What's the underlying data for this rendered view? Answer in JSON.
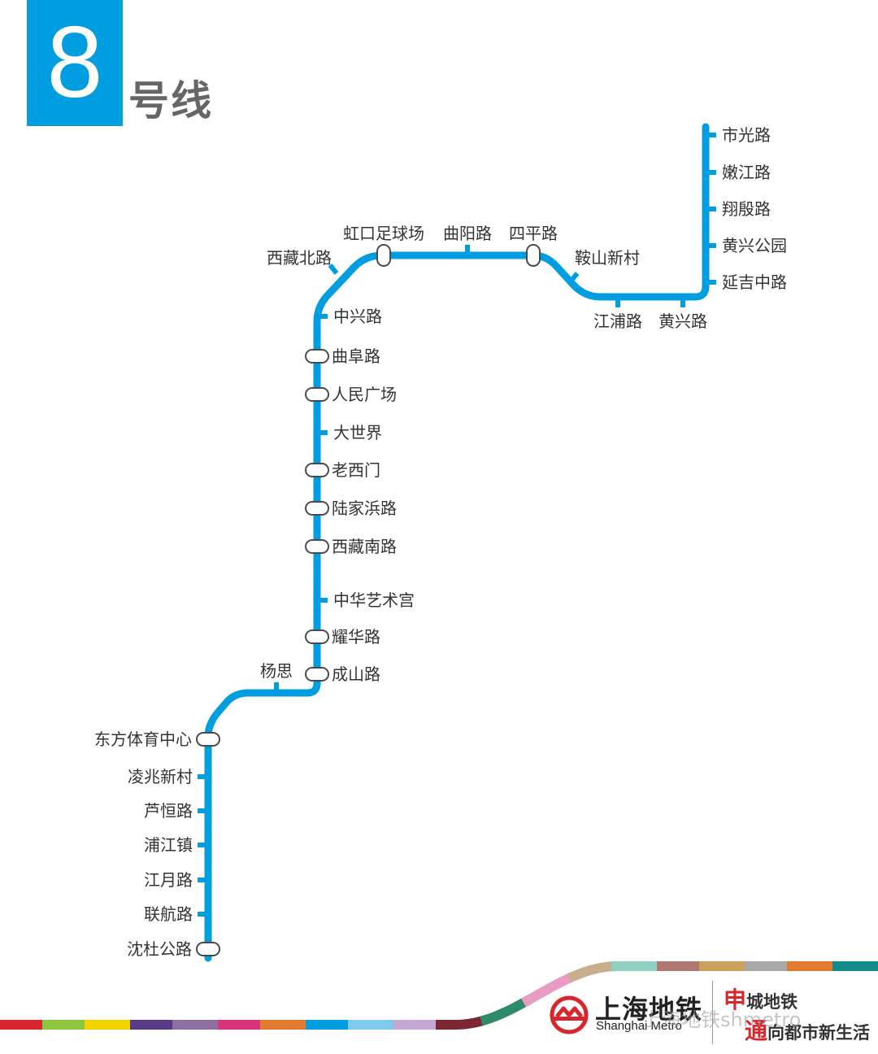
{
  "header": {
    "line_number": "8",
    "line_suffix": "号线"
  },
  "line_color": "#009ee0",
  "stations": [
    {
      "name": "市光路"
    },
    {
      "name": "嫩江路"
    },
    {
      "name": "翔殷路"
    },
    {
      "name": "黄兴公园"
    },
    {
      "name": "延吉中路"
    },
    {
      "name": "黄兴路"
    },
    {
      "name": "江浦路"
    },
    {
      "name": "鞍山新村"
    },
    {
      "name": "四平路",
      "interchange": true
    },
    {
      "name": "曲阳路"
    },
    {
      "name": "虹口足球场",
      "interchange": true
    },
    {
      "name": "西藏北路"
    },
    {
      "name": "中兴路"
    },
    {
      "name": "曲阜路",
      "interchange": true
    },
    {
      "name": "人民广场",
      "interchange": true
    },
    {
      "name": "大世界"
    },
    {
      "name": "老西门",
      "interchange": true
    },
    {
      "name": "陆家浜路",
      "interchange": true
    },
    {
      "name": "西藏南路",
      "interchange": true
    },
    {
      "name": "中华艺术宫"
    },
    {
      "name": "耀华路",
      "interchange": true
    },
    {
      "name": "成山路",
      "interchange": true
    },
    {
      "name": "杨思"
    },
    {
      "name": "东方体育中心",
      "interchange": true
    },
    {
      "name": "凌兆新村"
    },
    {
      "name": "芦恒路"
    },
    {
      "name": "浦江镇"
    },
    {
      "name": "江月路"
    },
    {
      "name": "联航路"
    },
    {
      "name": "沈杜公路",
      "interchange": true
    }
  ],
  "footer": {
    "stripe_colors": [
      "#d8262c",
      "#8cc63e",
      "#f6d200",
      "#5a3b88",
      "#8d6fa1",
      "#d9337a",
      "#e07a2e",
      "#009ee0",
      "#7ec9ec",
      "#c5a7d3",
      "#7c2634",
      "#2e8b6a",
      "#e89cc4",
      "#c8ae8d",
      "#8fd0c0",
      "#b07870",
      "#c9a15c",
      "#a8a8a8",
      "#e07a2e",
      "#138b8a"
    ],
    "brand_cn": "上海地铁",
    "brand_en": "Shanghai Metro",
    "brand_color": "#d8262c",
    "slogan_line1_head": "申",
    "slogan_line1_rest": "城地铁",
    "slogan_line2_head": "通",
    "slogan_line2_rest": "向都市新生活",
    "watermark": "上海地铁shmetro"
  }
}
